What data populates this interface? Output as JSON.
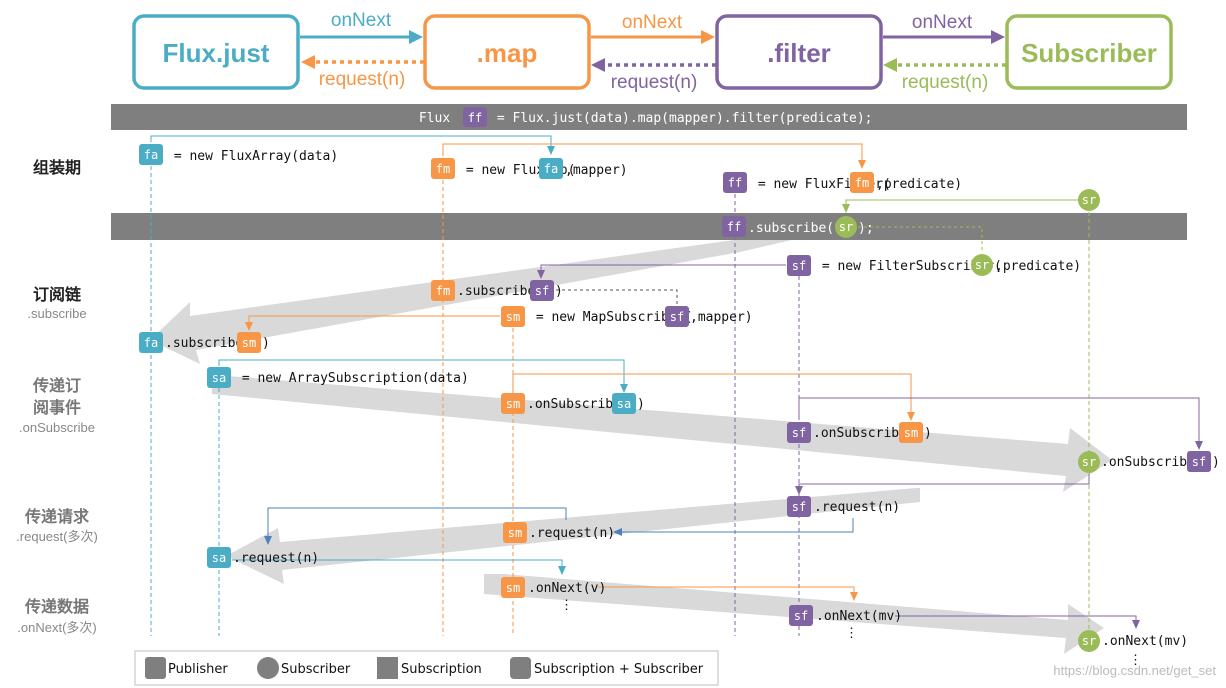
{
  "colors": {
    "flux_just": "#4bacc6",
    "map": "#f79646",
    "filter": "#8064a2",
    "subscriber": "#9bbb59",
    "bar": "#7f7f7f",
    "legend": "#7f7f7f"
  },
  "header": {
    "boxes": [
      {
        "label": "Flux.just"
      },
      {
        "label": ".map"
      },
      {
        "label": ".filter"
      },
      {
        "label": "Subscriber"
      }
    ],
    "on_next": [
      "onNext",
      "onNext",
      "onNext"
    ],
    "request": [
      "request(n)",
      "request(n)",
      "request(n)"
    ]
  },
  "code_bar_1": {
    "pre": "Flux ",
    "tag": "ff",
    "post": " = Flux.just(data).map(mapper).filter(predicate);"
  },
  "code_bar_2": {
    "tag": "ff",
    "text_a": ".subscribe(",
    "tag2": "sr",
    "text_b": ");"
  },
  "phases": [
    {
      "title": "组装期",
      "subtitle": ""
    },
    {
      "title": "订阅链",
      "subtitle": ".subscribe"
    },
    {
      "title_line1": "传递订",
      "title_line2": "阅事件",
      "subtitle": ".onSubscribe"
    },
    {
      "title": "传递请求",
      "subtitle": ".request(多次)"
    },
    {
      "title": "传递数据",
      "subtitle": ".onNext(多次)"
    }
  ],
  "statements": {
    "s1": {
      "tag": "fa",
      "text": " = new FluxArray(data)"
    },
    "s2": {
      "tag": "fm",
      "text": " = new FluxMap(",
      "tag2": "fa",
      "text2": ",mapper)"
    },
    "s3": {
      "tag": "ff",
      "text": " = new FluxFilter(",
      "tag2": "fm",
      "text2": ",predicate)"
    },
    "s4": {
      "tag": "sr"
    },
    "s5": {
      "tag": "sf",
      "text": " = new FilterSubscriber(",
      "tag2": "sr",
      "text2": ",predicate)"
    },
    "s6": {
      "tag": "fm",
      "text": ".subscribe(",
      "tag2": "sf",
      "text2": ")"
    },
    "s7": {
      "tag": "sm",
      "text": " = new MapSubscriber(",
      "tag2": "sf",
      "text2": ",mapper)"
    },
    "s8": {
      "tag": "fa",
      "text": ".subscribe(",
      "tag2": "sm",
      "text2": ")"
    },
    "s9": {
      "tag": "sa",
      "text": " = new ArraySubscription(data)"
    },
    "s10": {
      "tag": "sm",
      "text": ".onSubscribe(",
      "tag2": "sa",
      "text2": ")"
    },
    "s11": {
      "tag": "sf",
      "text": ".onSubscribe(",
      "tag2": "sm",
      "text2": ")"
    },
    "s12": {
      "tag": "sr",
      "text": ".onSubscribe(",
      "tag2": "sf",
      "text2": ")"
    },
    "s13": {
      "tag": "sf",
      "text": ".request(n)"
    },
    "s14": {
      "tag": "sm",
      "text": ".request(n)"
    },
    "s15": {
      "tag": "sa",
      "text": ".request(n)"
    },
    "s16": {
      "tag": "sm",
      "text": ".onNext(v)"
    },
    "s17": {
      "tag": "sf",
      "text": ".onNext(mv)"
    },
    "s18": {
      "tag": "sr",
      "text": ".onNext(mv)"
    }
  },
  "ellipsis": "⋮",
  "legend": [
    {
      "label": "Publisher"
    },
    {
      "label": "Subscriber"
    },
    {
      "label": "Subscription"
    },
    {
      "label": "Subscription + Subscriber"
    }
  ],
  "watermark": "https://blog.csdn.net/get_set"
}
